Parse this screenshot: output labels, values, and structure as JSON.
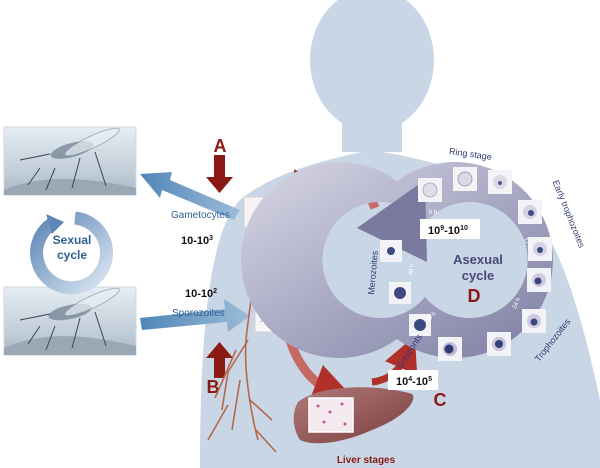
{
  "labels": {
    "sexual_cycle_line1": "Sexual",
    "sexual_cycle_line2": "cycle",
    "gametocytes": "Gametocytes",
    "gametocytes_count_base": "10-10",
    "gametocytes_count_exp": "3",
    "sporozoites": "Sporozoites",
    "sporozoites_count_base": "10-10",
    "sporozoites_count_exp": "2",
    "asexual_cycle_line1": "Asexual",
    "asexual_cycle_line2": "cycle",
    "asexual_count_a": "10",
    "asexual_count_a_exp": "9",
    "asexual_count_sep": "-10",
    "asexual_count_b_exp": "10",
    "liver_count_a": "10",
    "liver_count_a_exp": "4",
    "liver_count_sep": "-10",
    "liver_count_b_exp": "5",
    "liver_stages": "Liver stages",
    "ring_stage": "Ring stage",
    "early_trophozoites": "Early trophozoites",
    "trophozoites": "Trophozoites",
    "schizonts": "Schizonts",
    "merozoites": "Merozoites",
    "time_0h": "0 h",
    "time_12h": "12 h",
    "time_24h": "24 h",
    "time_36h": "36 h",
    "time_48h": "48 h"
  },
  "markers": {
    "A": "A",
    "B": "B",
    "C": "C",
    "D": "D"
  },
  "colors": {
    "body_silhouette": "#c9d6e6",
    "transmission_arrow": "#6f9bc2",
    "marker_red": "#8b1a14",
    "asexual_ring": "#8f8fb0",
    "label_blue": "#2f5f95",
    "liver": "#9b5a5a"
  }
}
